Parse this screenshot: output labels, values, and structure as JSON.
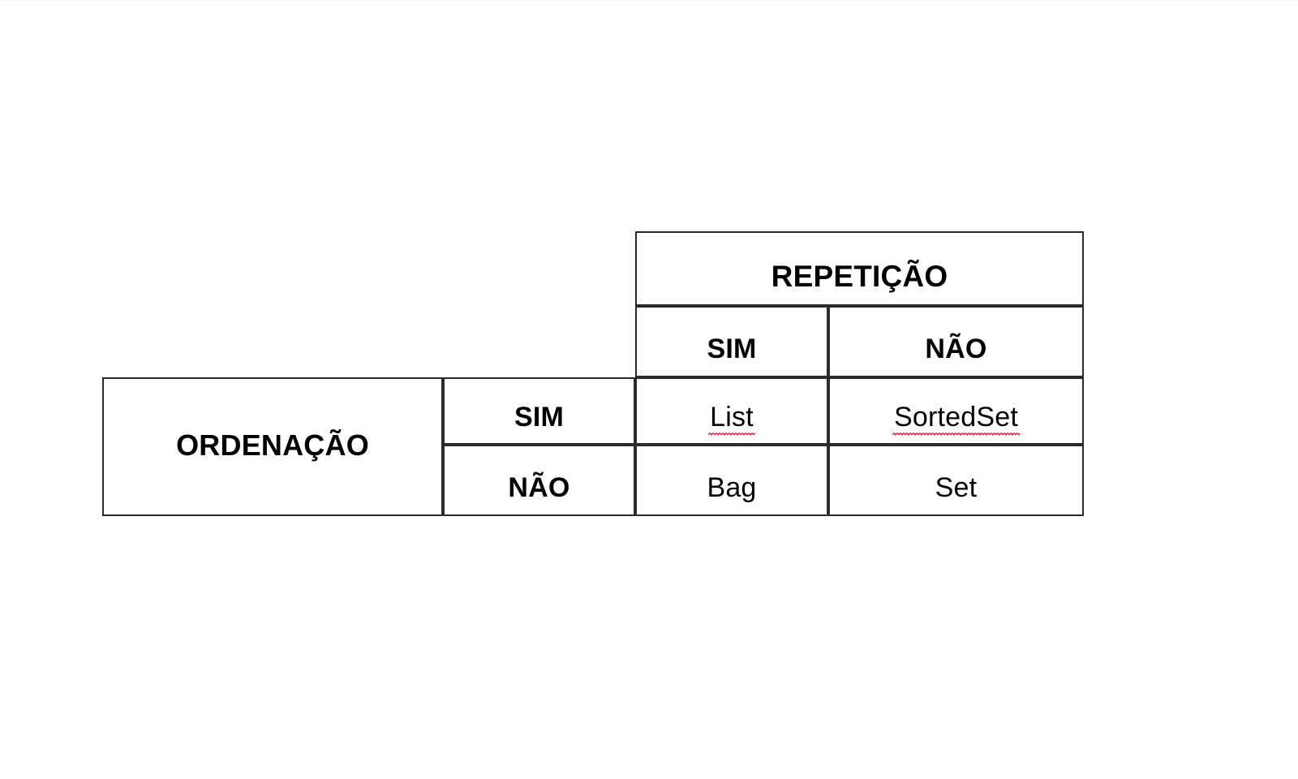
{
  "document": {
    "type": "matrix-table",
    "language": "pt-BR",
    "background_color": "#ffffff",
    "border_color": "#2b2b2b",
    "text_color": "#000000",
    "spellcheck_underline_color": "#e8212a"
  },
  "matrix": {
    "column_dimension_label": "REPETIÇÃO",
    "row_dimension_label": "ORDENAÇÃO",
    "column_headers": [
      "SIM",
      "NÃO"
    ],
    "row_headers": [
      "SIM",
      "NÃO"
    ],
    "cells": [
      [
        {
          "value": "List",
          "misspelled": true
        },
        {
          "value": "SortedSet",
          "misspelled": true
        }
      ],
      [
        {
          "value": "Bag",
          "misspelled": false
        },
        {
          "value": "Set",
          "misspelled": false
        }
      ]
    ]
  },
  "chart_data": {
    "type": "table",
    "title": "",
    "xlabel": "REPETIÇÃO",
    "ylabel": "ORDENAÇÃO",
    "columns": [
      "SIM",
      "NÃO"
    ],
    "rows": [
      "SIM",
      "NÃO"
    ],
    "values": [
      [
        "List",
        "SortedSet"
      ],
      [
        "Bag",
        "Set"
      ]
    ],
    "annotations": [
      "List has a red spell-check squiggle",
      "SortedSet has a red spell-check squiggle"
    ],
    "grid": true,
    "legend": "none"
  }
}
